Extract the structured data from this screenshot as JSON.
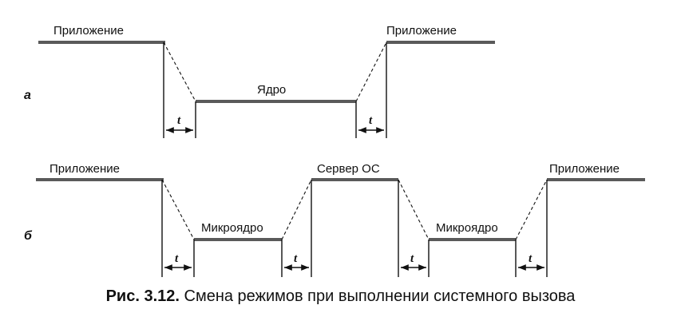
{
  "row_a": {
    "letter": "а",
    "labels": [
      "Приложение",
      "Ядро",
      "Приложение"
    ],
    "interval_label": "t"
  },
  "row_b": {
    "letter": "б",
    "labels": [
      "Приложение",
      "Микроядро",
      "Сервер ОС",
      "Микроядро",
      "Приложение"
    ],
    "interval_label": "t"
  },
  "caption": {
    "number": "Рис. 3.12.",
    "text": "Смена режимов при выполнении системного вызова"
  }
}
